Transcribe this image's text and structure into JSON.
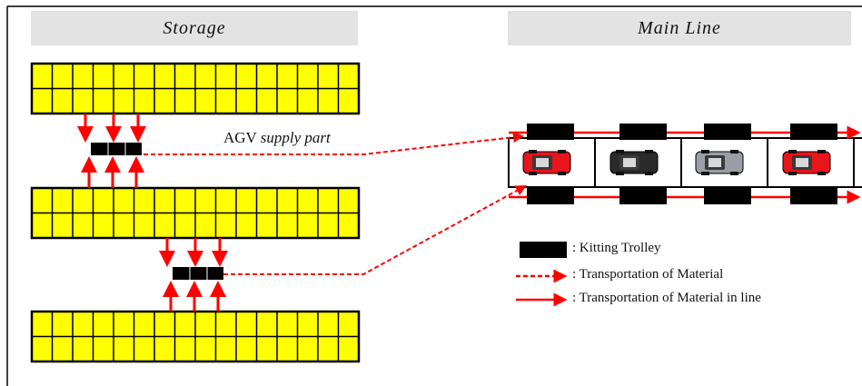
{
  "headers": {
    "storage": "Storage",
    "main_line": "Main Line"
  },
  "agv_label": {
    "prefix": "AGV",
    "italic": "supply part"
  },
  "legend": [
    {
      "symbol": "kitting-trolley",
      "text": ": Kitting Trolley"
    },
    {
      "symbol": "dashed-arrow",
      "text": ": Transportation of Material"
    },
    {
      "symbol": "solid-arrow",
      "text": ": Transportation of Material in line"
    }
  ],
  "colors": {
    "rack_fill": "#ffff00",
    "arrow": "#ff0000",
    "trolley": "#000000",
    "header_bg": "#e3e3e3"
  },
  "racks": {
    "count": 3,
    "columns": 16,
    "rows": 2
  },
  "main_line": {
    "stations": 4,
    "cars": [
      "red",
      "black",
      "gray",
      "red"
    ]
  }
}
